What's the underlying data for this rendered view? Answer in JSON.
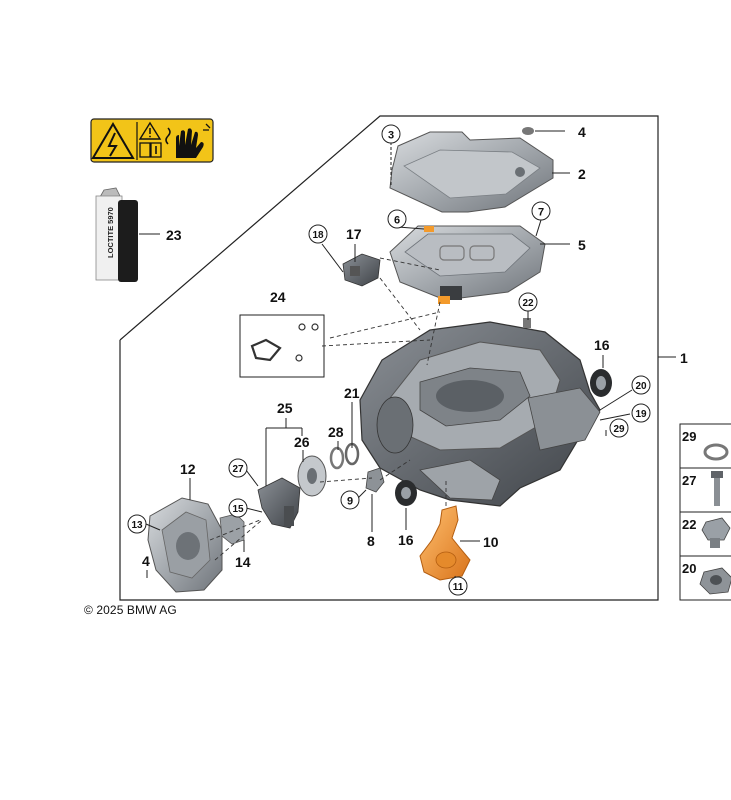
{
  "copyright": "© 2025 BMW AG",
  "tube_label": "LOCTITE 5970",
  "callouts": [
    "1",
    "2",
    "3",
    "4",
    "5",
    "6",
    "7",
    "8",
    "9",
    "10",
    "11",
    "12",
    "13",
    "14",
    "15",
    "16",
    "17",
    "18",
    "19",
    "20",
    "21",
    "22",
    "23",
    "24",
    "25",
    "26",
    "27",
    "28",
    "29"
  ],
  "side_panel": [
    "29",
    "27",
    "22",
    "20"
  ],
  "warning_icons": [
    "high-voltage-warning-icon",
    "caution-triangle-icon",
    "manual-info-icon",
    "protective-glove-icon"
  ],
  "colors": {
    "warning_yellow": "#f2c418",
    "housing_gray": "#9aa0a6",
    "highlight_orange": "#f39a2b",
    "line": "#222222"
  }
}
